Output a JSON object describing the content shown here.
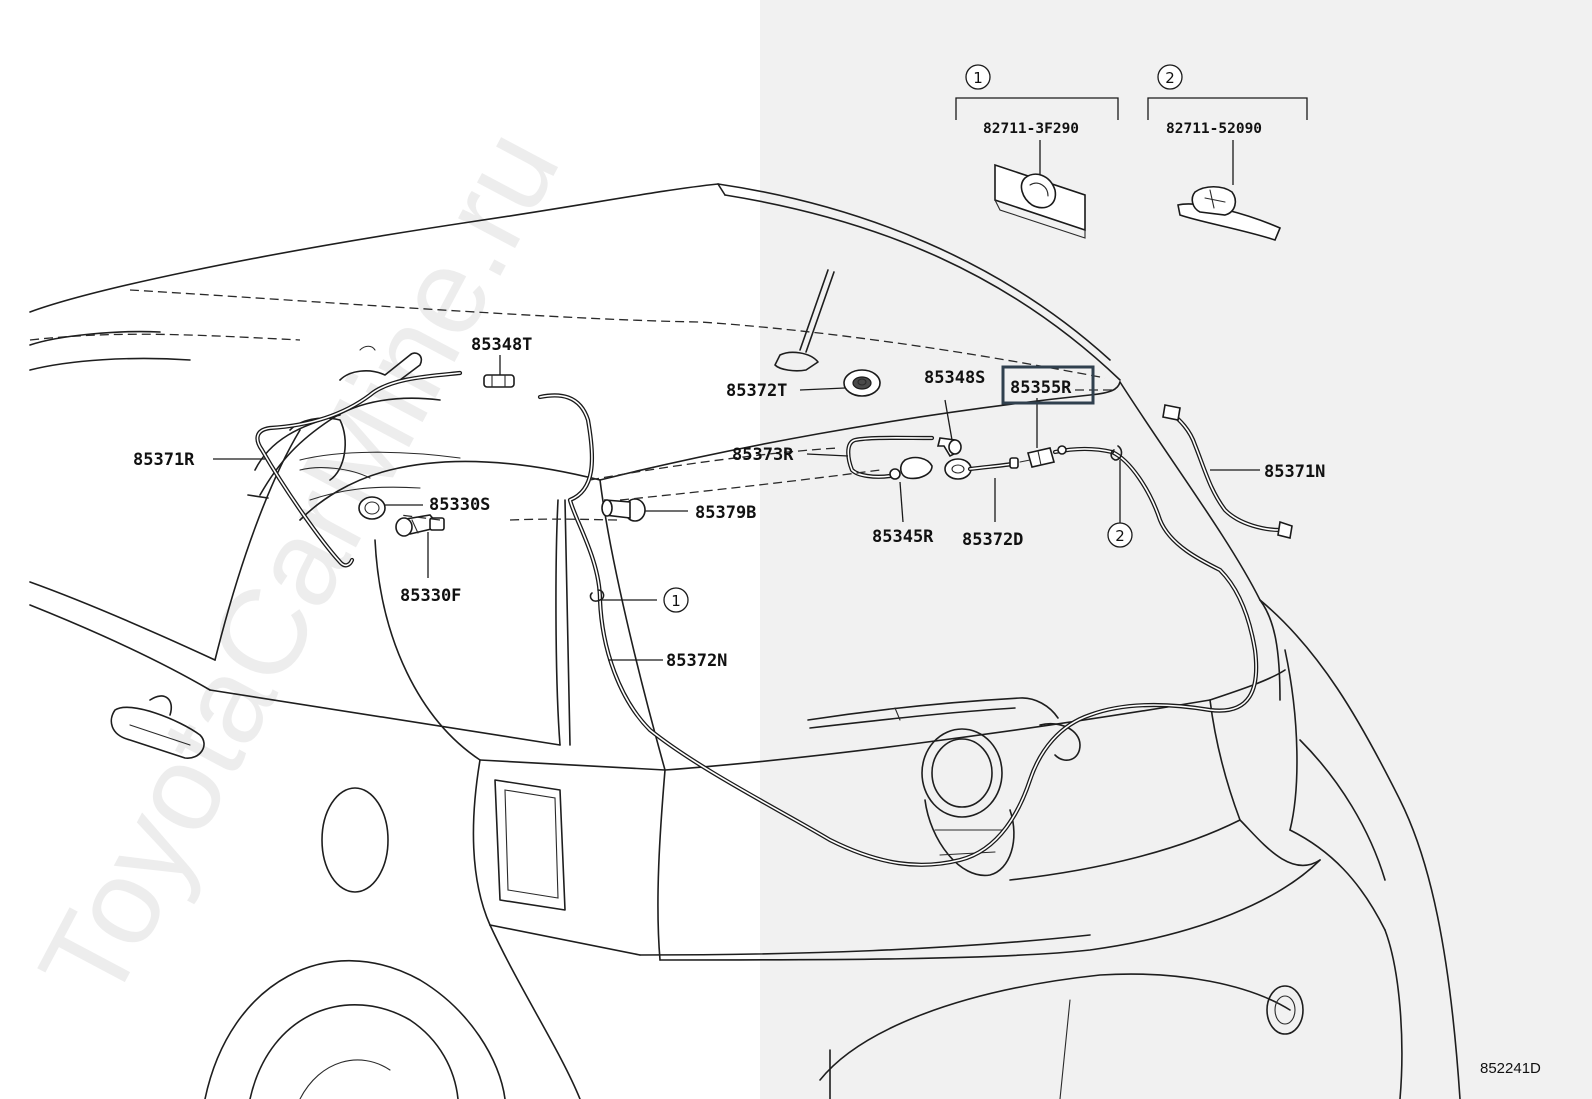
{
  "watermark": "ToyotaCarMine.ru",
  "diagram_code": "852241D",
  "highlighted_part": "85355R",
  "variants": [
    {
      "num": "1",
      "part": "82711-3F290"
    },
    {
      "num": "2",
      "part": "82711-52090"
    }
  ],
  "labels": {
    "p85348T": "85348T",
    "p85371R": "85371R",
    "p85330S": "85330S",
    "p85330F": "85330F",
    "p85372N": "85372N",
    "p85372T": "85372T",
    "p85348S": "85348S",
    "p85355R": "85355R",
    "p85373R": "85373R",
    "p85379B": "85379B",
    "p85345R": "85345R",
    "p85372D": "85372D",
    "p85371N": "85371N"
  },
  "callouts": {
    "c1": "1",
    "c2": "2"
  }
}
